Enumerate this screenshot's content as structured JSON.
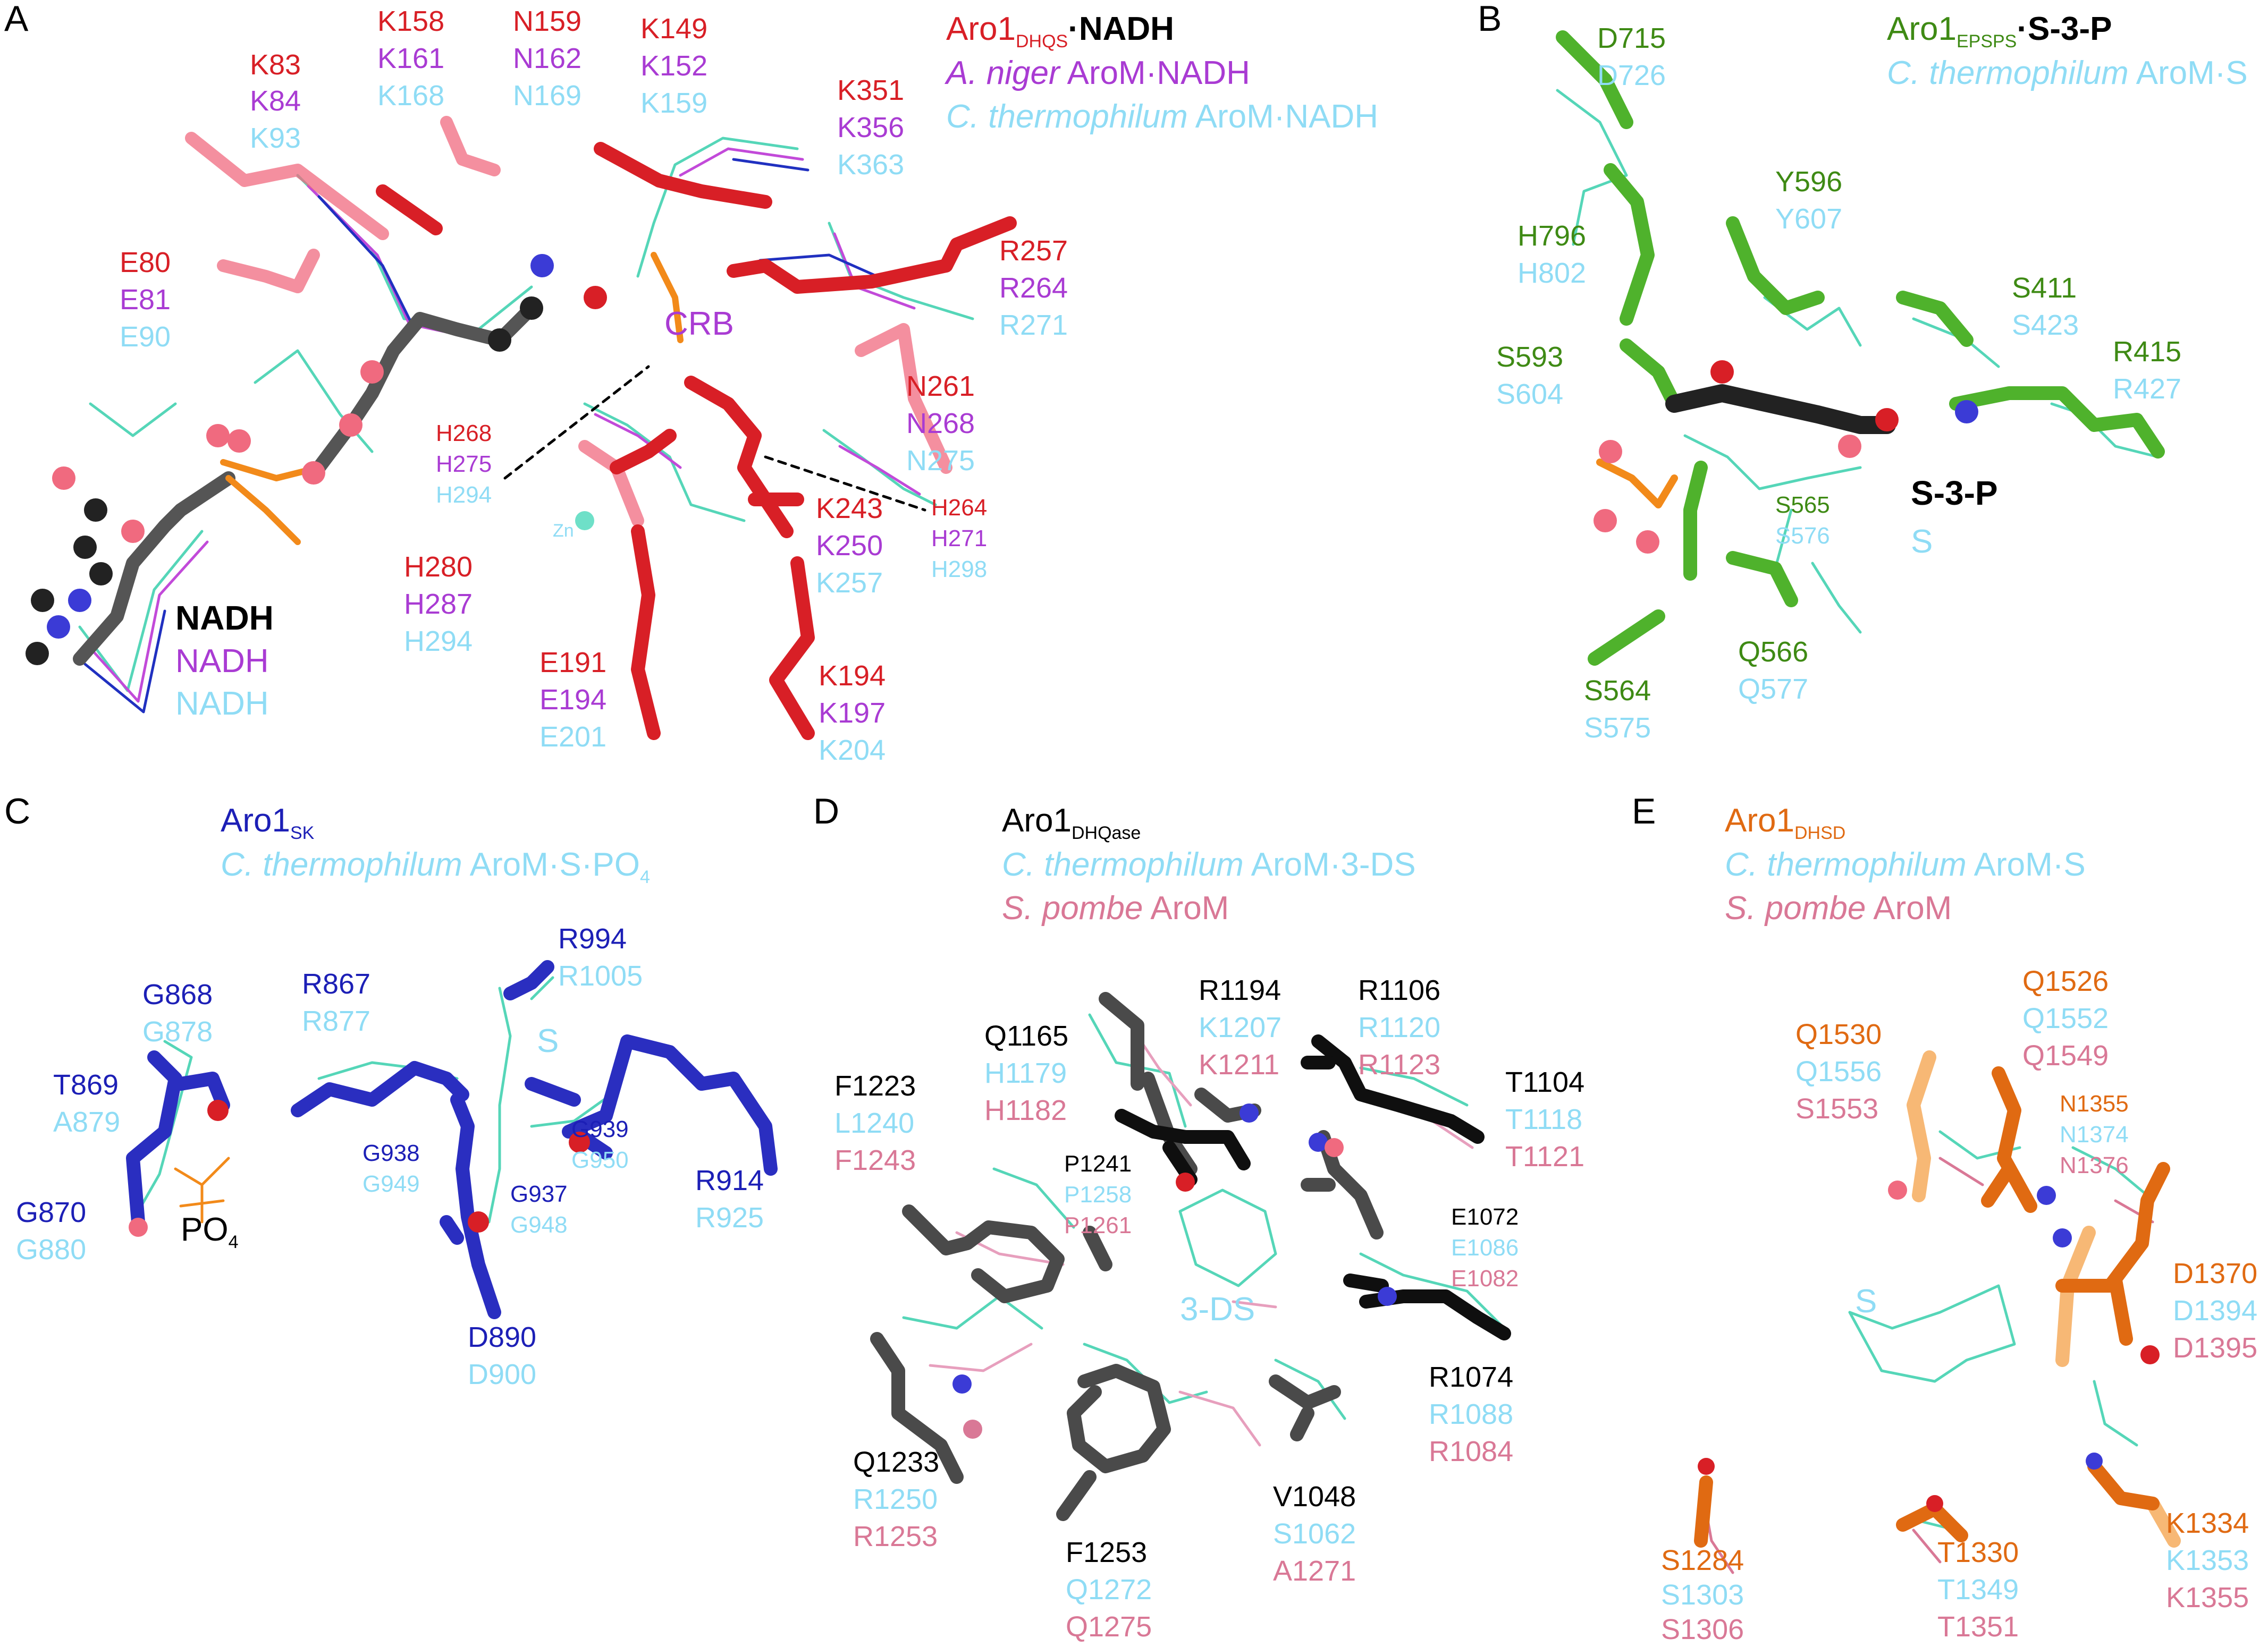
{
  "colors": {
    "red": "#d81f26",
    "pink": "#f06a7f",
    "purple": "#a93bd3",
    "cyan": "#8fdcf5",
    "green": "#3e8a14",
    "green_stick": "#4fb22c",
    "navy": "#1c1fb6",
    "mauve": "#d97896",
    "orange": "#e06a12",
    "grey": "#4a4a4a",
    "black": "#000000",
    "thin_cyan": "#55d6b8",
    "phosphate": "#f28a1a"
  },
  "panels": {
    "A": {
      "letter": "A",
      "legend": [
        {
          "main": "Aro1",
          "sub": "DHQS",
          "tail": "·NADH"
        },
        {
          "italic": "A. niger",
          "tail": " AroM·NADH"
        },
        {
          "italic": "C. thermophilum",
          "tail": " AroM·NADH"
        }
      ],
      "residues": [
        [
          "K83",
          "K84",
          "K93"
        ],
        [
          "K158",
          "K161",
          "K168"
        ],
        [
          "N159",
          "N162",
          "N169"
        ],
        [
          "K149",
          "K152",
          "K159"
        ],
        [
          "K351",
          "K356",
          "K363"
        ],
        [
          "E80",
          "E81",
          "E90"
        ],
        [
          "R257",
          "R264",
          "R271"
        ],
        [
          "N261",
          "N268",
          "N275"
        ],
        [
          "H268",
          "H275",
          "H294"
        ],
        [
          "K243",
          "K250",
          "K257"
        ],
        [
          "H264",
          "H271",
          "H298"
        ],
        [
          "H280",
          "H287",
          "H294"
        ],
        [
          "E191",
          "E194",
          "E201"
        ],
        [
          "K194",
          "K197",
          "K204"
        ],
        [
          "NADH",
          "NADH",
          "NADH"
        ]
      ],
      "crb": "CRB",
      "zn": "Zn"
    },
    "B": {
      "letter": "B",
      "legend": [
        {
          "main": "Aro1",
          "sub": "EPSPS",
          "tail": "·S-3-P"
        },
        {
          "italic": "C. thermophilum",
          "tail": " AroM·S"
        }
      ],
      "residues": [
        [
          "D715",
          "D726"
        ],
        [
          "Y596",
          "Y607"
        ],
        [
          "H796",
          "H802"
        ],
        [
          "S411",
          "S423"
        ],
        [
          "R415",
          "R427"
        ],
        [
          "S593",
          "S604"
        ],
        [
          "S565",
          "S576"
        ],
        [
          "S-3-P",
          "S"
        ],
        [
          "S564",
          "S575"
        ],
        [
          "Q566",
          "Q577"
        ]
      ]
    },
    "C": {
      "letter": "C",
      "legend": [
        {
          "main": "Aro1",
          "sub": "SK"
        },
        {
          "italic": "C. thermophilum",
          "tail": " AroM·S·PO",
          "tail_sub": "4"
        }
      ],
      "residues": [
        [
          "R994",
          "R1005"
        ],
        [
          "G868",
          "G878"
        ],
        [
          "R867",
          "R877"
        ],
        [
          "T869",
          "A879"
        ],
        [
          "G939",
          "G950"
        ],
        [
          "G938",
          "G949"
        ],
        [
          "G937",
          "G948"
        ],
        [
          "R914",
          "R925"
        ],
        [
          "G870",
          "G880"
        ],
        [
          "D890",
          "D900"
        ]
      ],
      "ligand_s": "S",
      "po4_main": "PO",
      "po4_sub": "4"
    },
    "D": {
      "letter": "D",
      "legend": [
        {
          "main": "Aro1",
          "sub": "DHQase"
        },
        {
          "italic": "C. thermophilum",
          "tail": " AroM·3-DS"
        },
        {
          "italic": "S. pombe",
          "tail": " AroM"
        }
      ],
      "residues": [
        [
          "R1194",
          "K1207",
          "K1211"
        ],
        [
          "R1106",
          "R1120",
          "R1123"
        ],
        [
          "Q1165",
          "H1179",
          "H1182"
        ],
        [
          "T1104",
          "T1118",
          "T1121"
        ],
        [
          "F1223",
          "L1240",
          "F1243"
        ],
        [
          "P1241",
          "P1258",
          "P1261"
        ],
        [
          "E1072",
          "E1086",
          "E1082"
        ],
        [
          "R1074",
          "R1088",
          "R1084"
        ],
        [
          "Q1233",
          "R1250",
          "R1253"
        ],
        [
          "V1048",
          "S1062",
          "A1271"
        ],
        [
          "F1253",
          "Q1272",
          "Q1275"
        ]
      ],
      "ligand": "3-DS"
    },
    "E": {
      "letter": "E",
      "legend": [
        {
          "main": "Aro1",
          "sub": "DHSD"
        },
        {
          "italic": "C. thermophilum",
          "tail": " AroM·S"
        },
        {
          "italic": "S. pombe",
          "tail": " AroM"
        }
      ],
      "residues": [
        [
          "Q1526",
          "Q1552",
          "Q1549"
        ],
        [
          "Q1530",
          "Q1556",
          "S1553"
        ],
        [
          "N1355",
          "N1374",
          "N1376"
        ],
        [
          "D1370",
          "D1394",
          "D1395"
        ],
        [
          "S1284",
          "S1303",
          "S1306"
        ],
        [
          "T1330",
          "T1349",
          "T1351"
        ],
        [
          "K1334",
          "K1353",
          "K1355"
        ]
      ],
      "ligand": "S"
    }
  }
}
